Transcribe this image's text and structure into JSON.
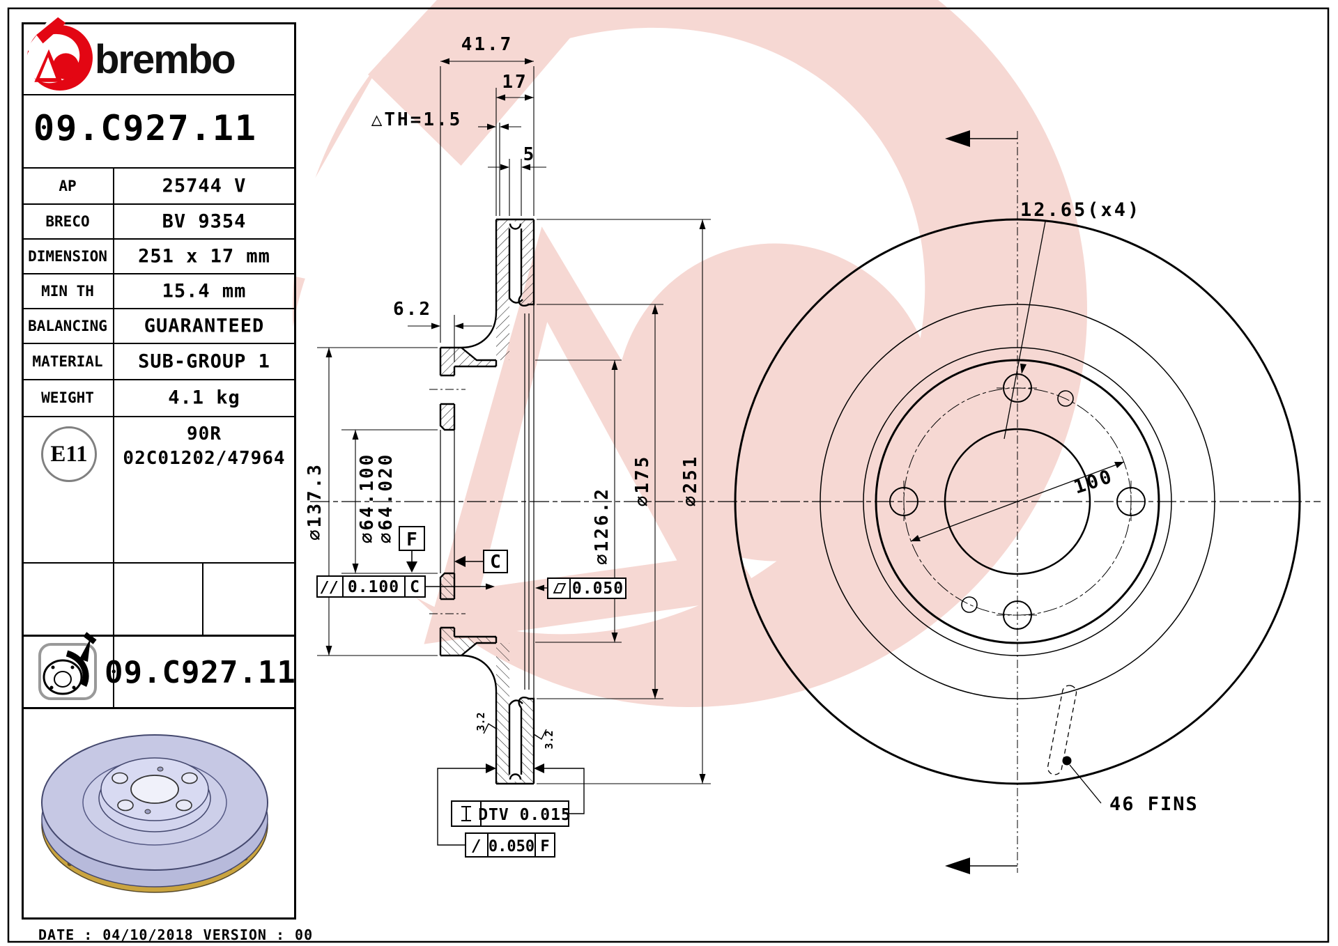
{
  "header": {
    "brand": "brembo",
    "part_number": "09.C927.11"
  },
  "spec": {
    "rows": [
      {
        "label": "AP",
        "value": "25744 V"
      },
      {
        "label": "BRECO",
        "value": "BV 9354"
      },
      {
        "label": "DIMENSION",
        "value": "251 x 17 mm"
      },
      {
        "label": "MIN TH",
        "value": "15.4 mm"
      },
      {
        "label": "BALANCING",
        "value": "GUARANTEED"
      },
      {
        "label": "MATERIAL",
        "value": "SUB-GROUP 1"
      },
      {
        "label": "WEIGHT",
        "value": "4.1 kg"
      }
    ]
  },
  "homologation": {
    "mark": "E11",
    "line1": "90R",
    "line2": "02C01202/47964"
  },
  "icon_row": {
    "part_number": "09.C927.11"
  },
  "footer": {
    "date_label": "DATE :",
    "date": "04/10/2018",
    "version_label": "VERSION :",
    "version": "00"
  },
  "cross_section": {
    "dims": {
      "total_width": "41.7",
      "band_thickness": "17",
      "wear_limit": "△TH=1.5",
      "vent_gap": "5",
      "flange_thickness": "6.2",
      "hat_od": "∅137.3",
      "bore_max": "∅64.100",
      "bore_min": "∅64.020",
      "step_od": "∅126.2",
      "band_id": "∅175",
      "disc_od": "∅251"
    },
    "tolerances": {
      "parallelism_symbol": "//",
      "parallelism_value": "0.100",
      "parallelism_datum": "C",
      "flatness_value": "0.050",
      "dtv_label": "DTV 0.015",
      "runout_symbol": "/",
      "runout_value": "0.050",
      "runout_datum": "F",
      "roughness": "3.2",
      "datum_c": "C",
      "datum_f": "F"
    }
  },
  "front_view": {
    "bolt_holes": "12.65(x4)",
    "bolt_circle": "100",
    "fins": "46 FINS"
  },
  "colors": {
    "brand_red": "#e30613",
    "watermark_pink": "#f6d8d3",
    "disc_body": "#c6c8e4",
    "disc_gold": "#c9a44a"
  }
}
